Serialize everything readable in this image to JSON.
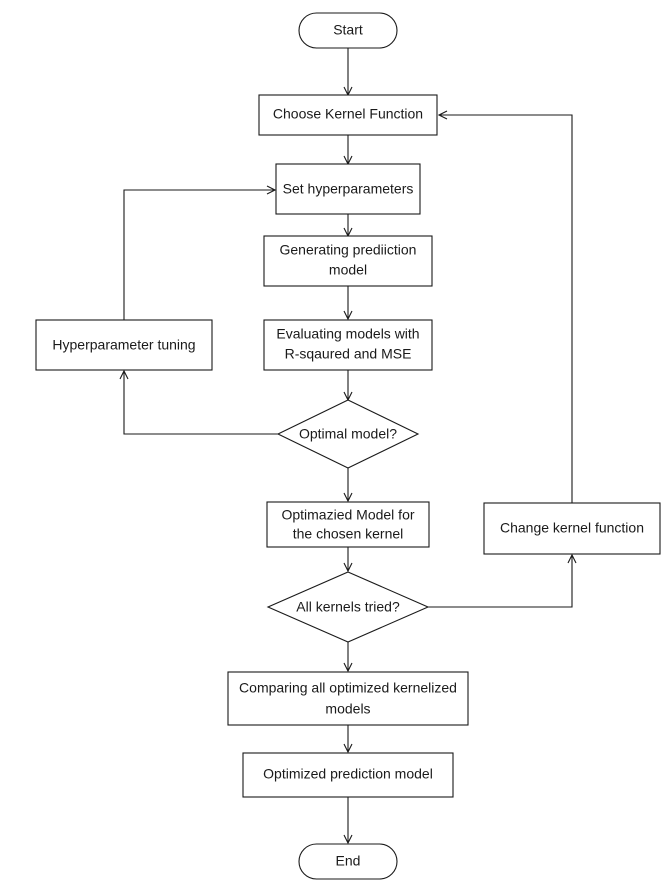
{
  "nodes": {
    "start": "Start",
    "choose_kernel": "Choose Kernel Function",
    "set_hyperparameters": "Set hyperparameters",
    "generating_model": [
      "Generating prediiction",
      "model"
    ],
    "evaluating_models": [
      "Evaluating models with",
      "R-sqaured and MSE"
    ],
    "hyperparameter_tuning": "Hyperparameter tuning",
    "optimal_model": "Optimal model?",
    "optimized_model_kernel": [
      "Optimazied Model for",
      "the chosen kernel"
    ],
    "change_kernel": "Change kernel function",
    "all_kernels_tried": "All kernels tried?",
    "comparing_models": [
      "Comparing all optimized kernelized",
      "models"
    ],
    "optimized_prediction": "Optimized prediction model",
    "end": "End"
  }
}
